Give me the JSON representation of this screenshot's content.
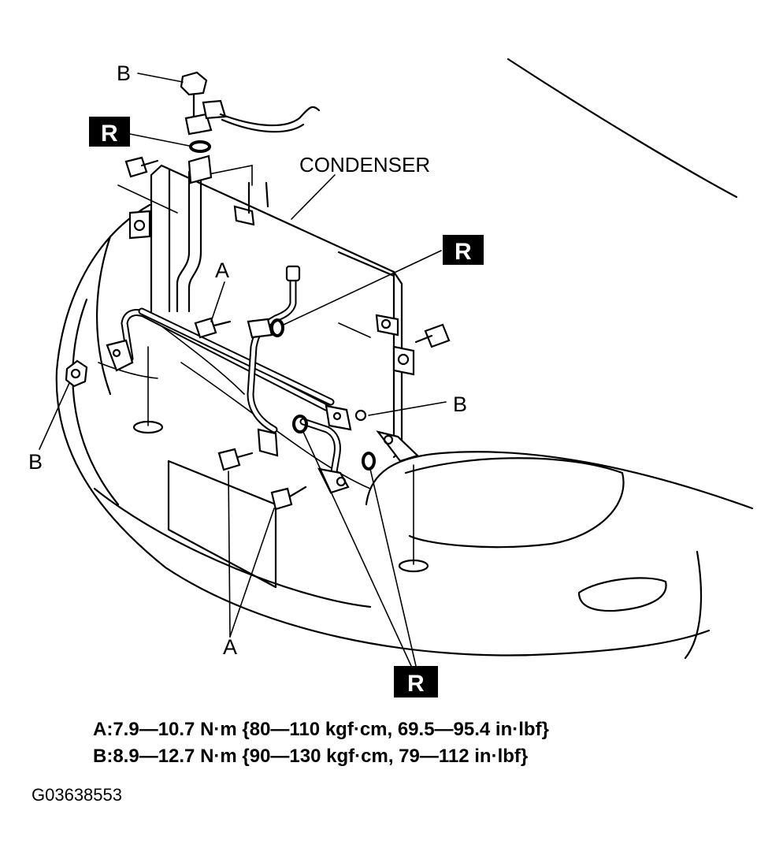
{
  "labels": {
    "condenser": "CONDENSER",
    "bolt_a": "A",
    "nut_b": "B",
    "replace": "R"
  },
  "torque_specs": {
    "a": "A:7.9—10.7 N·m {80—110 kgf·cm, 69.5—95.4 in·lbf}",
    "b": "B:8.9—12.7 N·m {90—130 kgf·cm, 79—112 in·lbf}"
  },
  "figure_code": "G03638553",
  "colors": {
    "line": "#000000",
    "background": "#ffffff",
    "badge": "#000000"
  }
}
